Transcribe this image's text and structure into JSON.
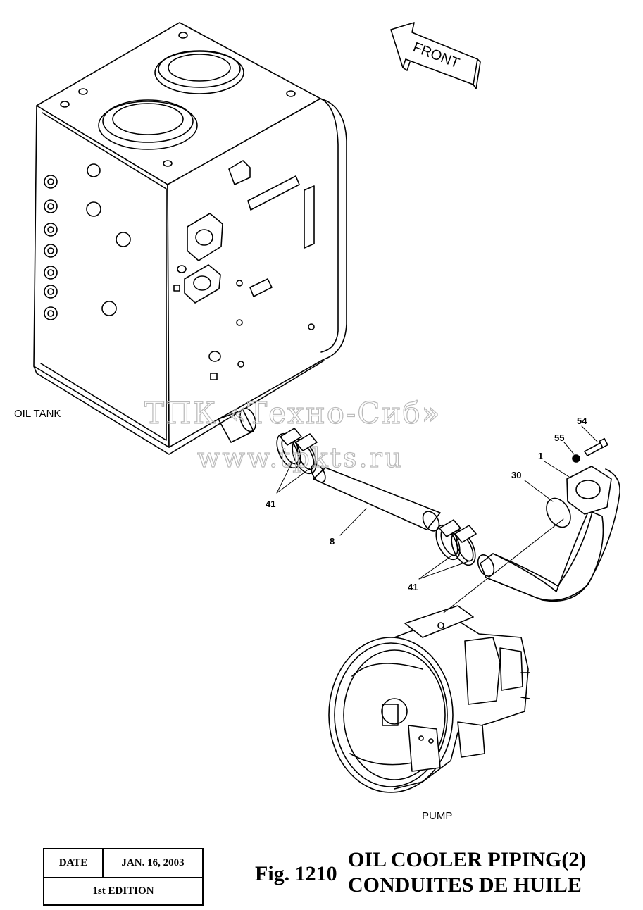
{
  "labels": {
    "front": "FRONT",
    "oil_tank": "OIL TANK",
    "pump": "PUMP"
  },
  "callouts": {
    "c54": "54",
    "c55": "55",
    "c1": "1",
    "c30": "30",
    "c41_top": "41",
    "c8": "8",
    "c41_bottom": "41"
  },
  "watermark": {
    "line1": "ТПК «Техно-Сиб»",
    "line2": "www.tpkts.ru"
  },
  "info_box": {
    "date_label": "DATE",
    "date_value": "JAN. 16, 2003",
    "edition": "1st EDITION"
  },
  "figure": {
    "number": "Fig. 1210",
    "title_en": "OIL COOLER PIPING(2)",
    "title_fr": "CONDUITES DE HUILE"
  }
}
